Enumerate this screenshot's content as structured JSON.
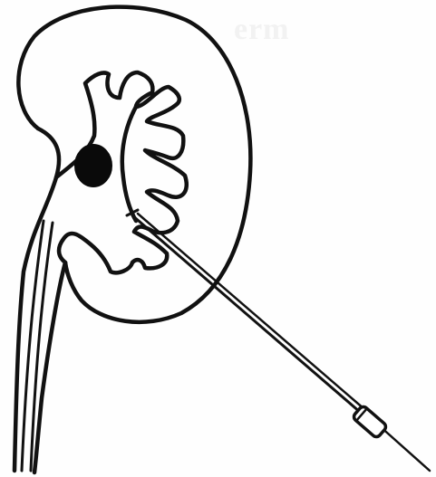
{
  "figure": {
    "bleed_through_text": "erm",
    "colors": {
      "ink": "#111111",
      "paper": "#fefefe",
      "bleed": "#f2f2f2"
    },
    "parts": [
      "kidney-outline",
      "renal-pelvis-and-calyces",
      "kidney-stone",
      "ureter",
      "ureteral-catheter",
      "percutaneous-needle",
      "guidewire",
      "needle-hub"
    ]
  }
}
